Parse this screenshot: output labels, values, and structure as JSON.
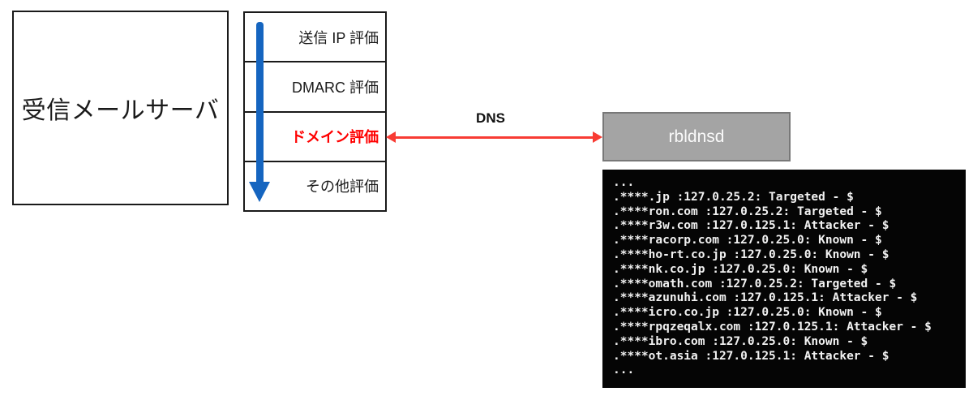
{
  "colors": {
    "flow_arrow_blue": "#1565C0",
    "highlight_red": "#FF0000",
    "link_arrow_red": "#F83B33",
    "rbldnsd_box_gray": "#A4A4A4",
    "terminal_bg": "#000000",
    "terminal_text": "#F2F2F2"
  },
  "mail_server": {
    "label": "受信メールサーバ"
  },
  "evaluation_steps": [
    {
      "label": "送信 IP 評価",
      "highlighted": false
    },
    {
      "label": "DMARC 評価",
      "highlighted": false
    },
    {
      "label": "ドメイン評価",
      "highlighted": true
    },
    {
      "label": "その他評価",
      "highlighted": false
    }
  ],
  "dns_link": {
    "label": "DNS"
  },
  "rbldnsd": {
    "label": "rbldnsd"
  },
  "terminal": {
    "lines": [
      "...",
      ".****.jp :127.0.25.2: Targeted - $",
      ".****ron.com :127.0.25.2: Targeted - $",
      ".****r3w.com :127.0.125.1: Attacker - $",
      ".****racorp.com :127.0.25.0: Known - $",
      ".****ho-rt.co.jp :127.0.25.0: Known - $",
      ".****nk.co.jp :127.0.25.0: Known - $",
      ".****omath.com :127.0.25.2: Targeted - $",
      ".****azunuhi.com :127.0.125.1: Attacker - $",
      ".****icro.co.jp :127.0.25.0: Known - $",
      ".****rpqzeqalx.com :127.0.125.1: Attacker - $",
      ".****ibro.com :127.0.25.0: Known - $",
      ".****ot.asia :127.0.125.1: Attacker - $",
      "..."
    ]
  }
}
